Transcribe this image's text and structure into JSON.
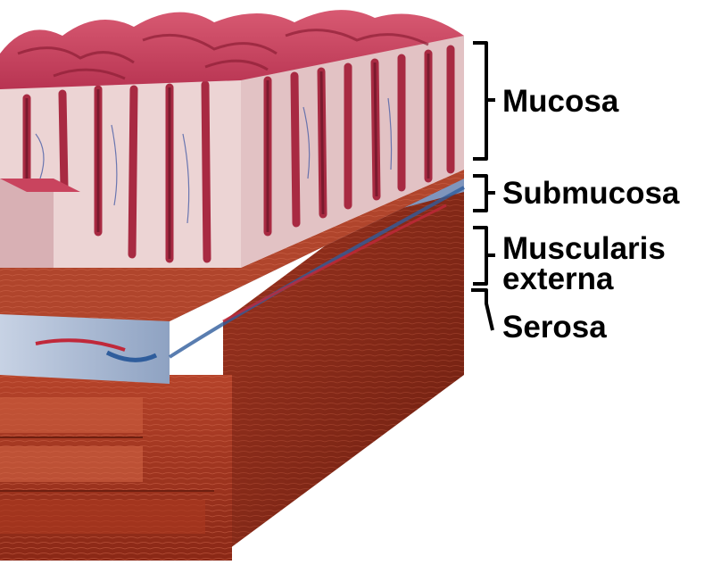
{
  "labels": {
    "mucosa": "Mucosa",
    "submucosa": "Submucosa",
    "muscularis_line1": "Muscularis",
    "muscularis_line2": "externa",
    "serosa": "Serosa"
  },
  "colors": {
    "mucosa_surface": "#c9445e",
    "mucosa_tissue": "#ecd4d4",
    "mucosa_gland": "#a82a42",
    "submucosa": "#9fb0cc",
    "muscle_dark": "#8a2816",
    "muscle_mid": "#b5432a",
    "vessel_red": "#c0283a",
    "vessel_blue": "#2f5d9c",
    "bracket": "#000000"
  },
  "icons": {
    "illustration": "stomach-wall-cross-section"
  }
}
